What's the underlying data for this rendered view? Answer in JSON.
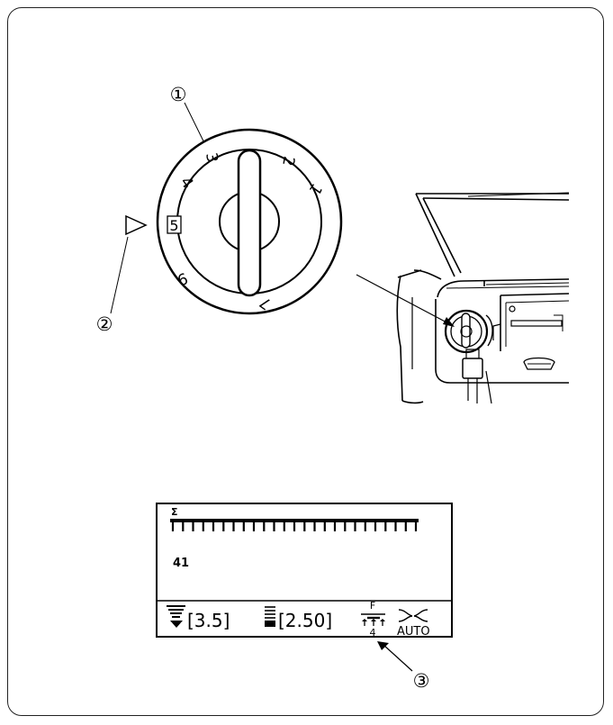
{
  "callouts": {
    "c1": "①",
    "c2": "②",
    "c3": "③"
  },
  "dial": {
    "numbers": [
      "1",
      "2",
      "3",
      "4",
      "5",
      "6",
      "7"
    ],
    "selected": "5"
  },
  "lcd": {
    "pattern_number": "41",
    "stitch_width": "[3.5]",
    "stitch_length": "[2.50]",
    "feed_label": "F",
    "tension_value": "4",
    "auto_label": "AUTO"
  }
}
